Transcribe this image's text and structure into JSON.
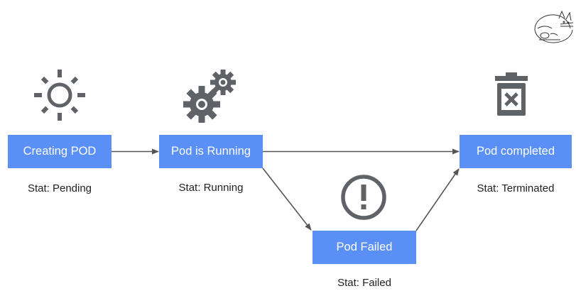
{
  "colors": {
    "box_fill": "#5a8ff5",
    "box_text": "#ffffff",
    "icon": "#5f6368",
    "arrow": "#555555",
    "label_text": "#202124"
  },
  "nodes": {
    "creating": {
      "label": "Creating POD",
      "stat": "Stat: Pending",
      "icon": "sun-icon"
    },
    "running": {
      "label": "Pod is Running",
      "stat": "Stat: Running",
      "icon": "gears-icon"
    },
    "completed": {
      "label": "Pod completed",
      "stat": "Stat: Terminated",
      "icon": "trash-icon"
    },
    "failed": {
      "label": "Pod Failed",
      "stat": "Stat: Failed",
      "icon": "exclamation-circle-icon"
    }
  },
  "edges": [
    {
      "from": "creating",
      "to": "running"
    },
    {
      "from": "running",
      "to": "completed"
    },
    {
      "from": "running",
      "to": "failed"
    },
    {
      "from": "failed",
      "to": "completed"
    }
  ],
  "corner_logo": "cat-sketch-icon"
}
